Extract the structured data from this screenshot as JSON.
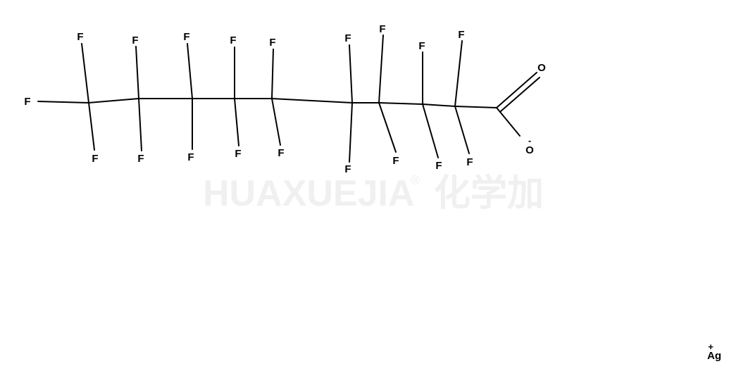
{
  "watermark": {
    "brand": "HUAXUEJIA",
    "registered": "®",
    "chinese": "化学加"
  },
  "molecule": {
    "atoms": {
      "fluorine": "F",
      "oxygen": "O",
      "silver": "Ag"
    },
    "charges": {
      "anion": "-",
      "cation": "+"
    }
  }
}
